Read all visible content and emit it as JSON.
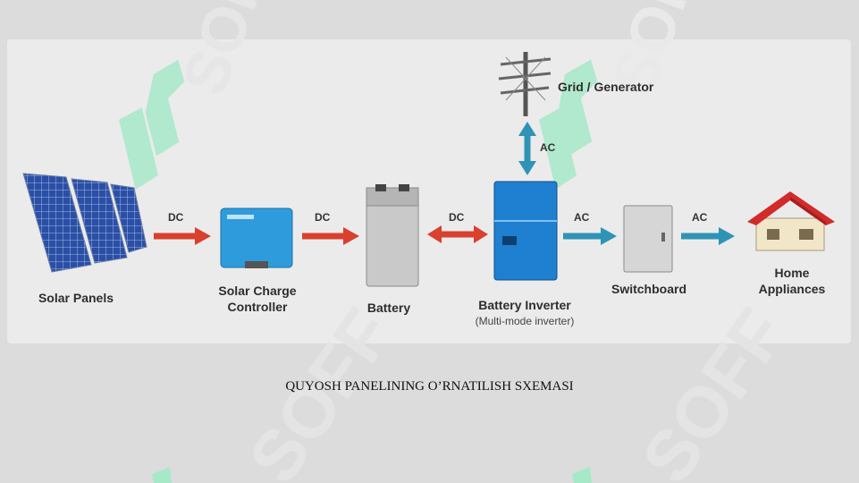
{
  "diagram": {
    "nodes": {
      "solar_panels": "Solar Panels",
      "charge_controller_line1": "Solar Charge",
      "charge_controller_line2": "Controller",
      "battery": "Battery",
      "inverter": "Battery Inverter",
      "inverter_sub": "(Multi-mode inverter)",
      "switchboard": "Switchboard",
      "home_line1": "Home",
      "home_line2": "Appliances",
      "grid": "Grid / Generator"
    },
    "flows": {
      "panels_to_controller": "DC",
      "controller_to_battery": "DC",
      "battery_inverter": "DC",
      "grid_inverter": "AC",
      "inverter_to_switchboard": "AC",
      "switchboard_to_home": "AC"
    },
    "colors": {
      "dc_arrow": "#d9402e",
      "ac_arrow": "#2f93b5",
      "inverter": "#1f7fd0",
      "controller": "#2e9cdc",
      "roof": "#d12b2b",
      "watermark": "#a6e9c8"
    }
  },
  "caption": "QUYOSH PANELINING O’RNATILISH SXEMASI",
  "watermark": {
    "text": "SOFF"
  }
}
